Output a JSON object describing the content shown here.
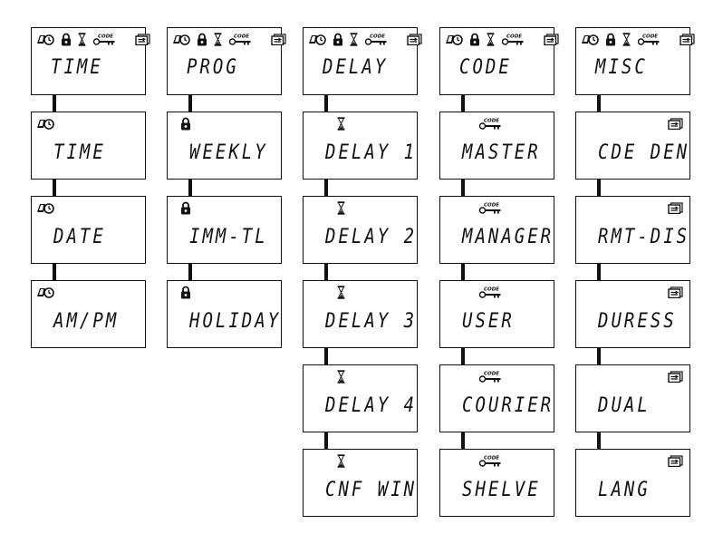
{
  "columns": [
    {
      "id": "time",
      "header": {
        "label": "TIME",
        "icons": [
          "clock-icon",
          "lock-icon",
          "hourglass-icon",
          "code-key-icon",
          "menu-card-icon"
        ]
      },
      "items": [
        {
          "label": "TIME",
          "icons": [
            "clock-icon"
          ]
        },
        {
          "label": "DATE",
          "icons": [
            "clock-icon"
          ]
        },
        {
          "label": "AM/PM",
          "icons": [
            "clock-icon"
          ]
        }
      ]
    },
    {
      "id": "prog",
      "header": {
        "label": "PROG",
        "icons": [
          "clock-icon",
          "lock-icon",
          "hourglass-icon",
          "code-key-icon",
          "menu-card-icon"
        ]
      },
      "items": [
        {
          "label": "WEEKLY",
          "icons": [
            "lock-icon"
          ]
        },
        {
          "label": "IMM-TL",
          "icons": [
            "lock-icon"
          ]
        },
        {
          "label": "HOLIDAY",
          "icons": [
            "lock-icon"
          ]
        }
      ]
    },
    {
      "id": "delay",
      "header": {
        "label": "DELAY",
        "icons": [
          "clock-icon",
          "lock-icon",
          "hourglass-icon",
          "code-key-icon",
          "menu-card-icon"
        ]
      },
      "items": [
        {
          "label": "DELAY 1",
          "icons": [
            "hourglass-icon"
          ]
        },
        {
          "label": "DELAY 2",
          "icons": [
            "hourglass-icon"
          ]
        },
        {
          "label": "DELAY 3",
          "icons": [
            "hourglass-icon"
          ]
        },
        {
          "label": "DELAY 4",
          "icons": [
            "hourglass-icon"
          ]
        },
        {
          "label": "CNF WIN",
          "icons": [
            "hourglass-icon"
          ]
        }
      ]
    },
    {
      "id": "code",
      "header": {
        "label": "CODE",
        "icons": [
          "clock-icon",
          "lock-icon",
          "hourglass-icon",
          "code-key-icon",
          "menu-card-icon"
        ]
      },
      "items": [
        {
          "label": "MASTER",
          "icons": [
            "code-key-icon"
          ]
        },
        {
          "label": "MANAGER",
          "icons": [
            "code-key-icon"
          ]
        },
        {
          "label": "USER",
          "icons": [
            "code-key-icon"
          ]
        },
        {
          "label": "COURIER",
          "icons": [
            "code-key-icon"
          ]
        },
        {
          "label": "SHELVE",
          "icons": [
            "code-key-icon"
          ]
        }
      ]
    },
    {
      "id": "misc",
      "header": {
        "label": "MISC",
        "icons": [
          "clock-icon",
          "lock-icon",
          "hourglass-icon",
          "code-key-icon",
          "menu-card-icon"
        ]
      },
      "items": [
        {
          "label": "CDE DEN",
          "icons": [
            "menu-card-icon"
          ]
        },
        {
          "label": "RMT-DIS",
          "icons": [
            "menu-card-icon"
          ]
        },
        {
          "label": "DURESS",
          "icons": [
            "menu-card-icon"
          ]
        },
        {
          "label": "DUAL",
          "icons": [
            "menu-card-icon"
          ]
        },
        {
          "label": "LANG",
          "icons": [
            "menu-card-icon"
          ]
        }
      ]
    }
  ],
  "icon_text": {
    "code": "CODE"
  },
  "colors": {
    "ink": "#111111",
    "background": "#ffffff"
  }
}
